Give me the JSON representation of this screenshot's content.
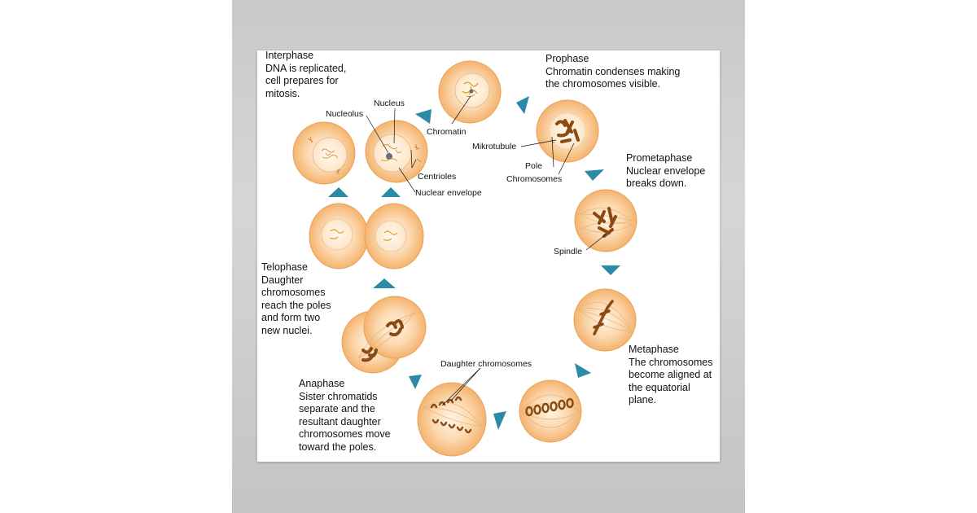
{
  "stages": {
    "interphase": {
      "title": "Interphase",
      "desc": "DNA is replicated,\ncell prepares for\nmitosis."
    },
    "prophase": {
      "title": "Prophase",
      "desc": "Chromatin condenses making\nthe chromosomes visible."
    },
    "prometaphase": {
      "title": "Prometaphase",
      "desc": "Nuclear envelope\nbreaks down."
    },
    "metaphase": {
      "title": "Metaphase",
      "desc": "The chromosomes\nbecome aligned at\nthe equatorial\nplane."
    },
    "anaphase": {
      "title": "Anaphase",
      "desc": "Sister chromatids\nseparate and the\nresultant daughter\nchromosomes move\ntoward the poles."
    },
    "telophase": {
      "title": "Telophase",
      "desc": "Daughter\nchromosomes\nreach the poles\nand form two\nnew nuclei."
    }
  },
  "labels": {
    "nucleolus": "Nucleolus",
    "nucleus": "Nucleus",
    "chromatin": "Chromatin",
    "centrioles": "Centrioles",
    "nuclear_envelope": "Nuclear envelope",
    "mikrotubule": "Mikrotubule",
    "pole": "Pole",
    "chromosomes": "Chromosomes",
    "spindle": "Spindle",
    "daughter_chromosomes": "Daughter chromosomes"
  },
  "colors": {
    "cell_fill": "#f8c48a",
    "cell_center": "#fde9d0",
    "chromosome": "#8a4a12",
    "arrow": "#2a8aa8",
    "frame": "#cccccc"
  }
}
